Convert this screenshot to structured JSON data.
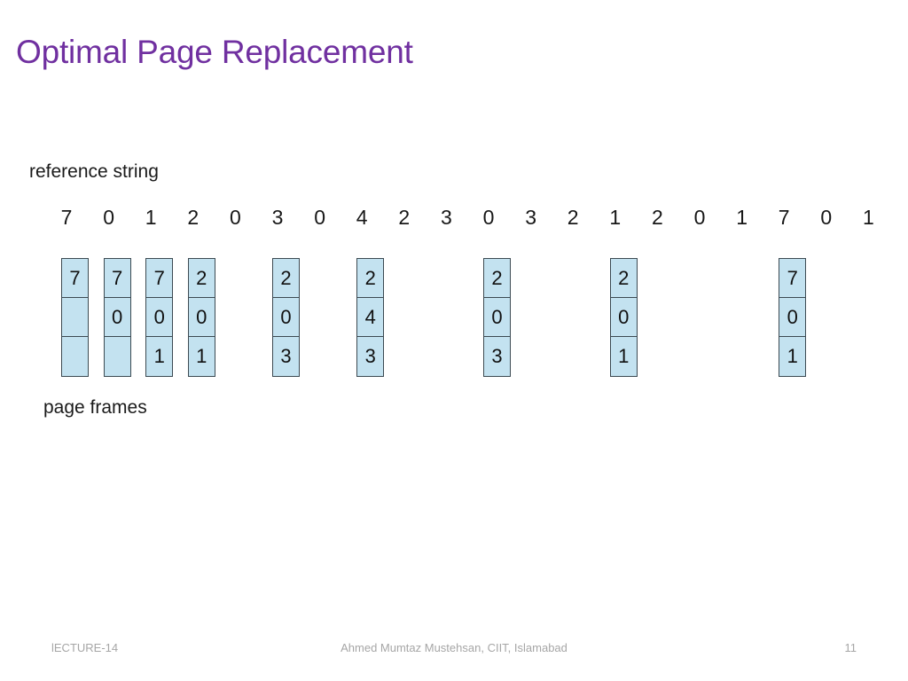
{
  "slide": {
    "title": "Optimal Page Replacement",
    "title_color": "#7030A0",
    "background": "#ffffff"
  },
  "figure": {
    "reference_string_label": "reference string",
    "page_frames_label": "page frames",
    "cell_fill_color": "#c3e2f0",
    "cell_border_color": "#3c4a52",
    "frame_count": 3,
    "reference_string": [
      "7",
      "0",
      "1",
      "2",
      "0",
      "3",
      "0",
      "4",
      "2",
      "3",
      "0",
      "3",
      "2",
      "1",
      "2",
      "0",
      "1",
      "7",
      "0",
      "1"
    ],
    "columns": [
      {
        "ref_index": 0,
        "cells": [
          "7",
          "",
          ""
        ]
      },
      {
        "ref_index": 1,
        "cells": [
          "7",
          "0",
          ""
        ]
      },
      {
        "ref_index": 2,
        "cells": [
          "7",
          "0",
          "1"
        ]
      },
      {
        "ref_index": 3,
        "cells": [
          "2",
          "0",
          "1"
        ]
      },
      {
        "ref_index": 5,
        "cells": [
          "2",
          "0",
          "3"
        ]
      },
      {
        "ref_index": 7,
        "cells": [
          "2",
          "4",
          "3"
        ]
      },
      {
        "ref_index": 10,
        "cells": [
          "2",
          "0",
          "3"
        ]
      },
      {
        "ref_index": 13,
        "cells": [
          "2",
          "0",
          "1"
        ]
      },
      {
        "ref_index": 17,
        "cells": [
          "7",
          "0",
          "1"
        ]
      }
    ]
  },
  "footer": {
    "left": "lECTURE-14",
    "center": "Ahmed Mumtaz Mustehsan, CIIT, Islamabad",
    "page_number": "11",
    "text_color": "#a6a6a6"
  }
}
